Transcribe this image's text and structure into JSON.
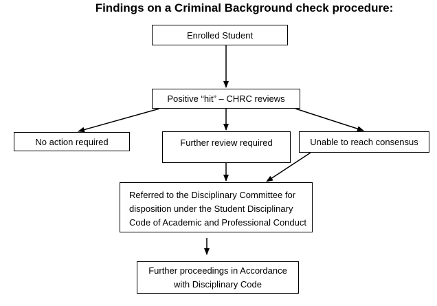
{
  "title": "Findings on a Criminal Background check procedure:",
  "nodes": {
    "enrolled": "Enrolled Student",
    "positive": "Positive “hit” – CHRC reviews",
    "no_action": "No action required",
    "further_review": "Further review required",
    "unable": "Unable to reach consensus",
    "referred": [
      "Referred  to the Disciplinary Committee for",
      "disposition under the Student Disciplinary",
      "Code of Academic and Professional Conduct"
    ],
    "proceedings": [
      "Further proceedings in Accordance",
      "with Disciplinary Code"
    ]
  }
}
